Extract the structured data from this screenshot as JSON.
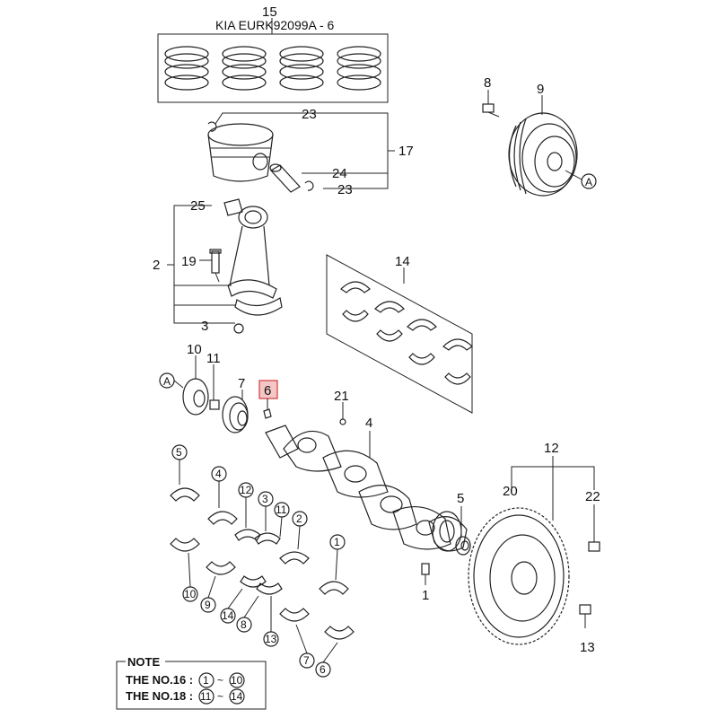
{
  "header": {
    "title": "KIA EURK92099A - 6"
  },
  "callouts": {
    "c15": "15",
    "c8": "8",
    "c9": "9",
    "c23a": "23",
    "c17": "17",
    "c24": "24",
    "c23b": "23",
    "cA1": "A",
    "c25": "25",
    "c2": "2",
    "c19": "19",
    "c3": "3",
    "c14": "14",
    "c10": "10",
    "c11": "11",
    "c7": "7",
    "c6": "6",
    "c21": "21",
    "c4": "4",
    "cA2": "A",
    "c12": "12",
    "c20": "20",
    "c22": "22",
    "c5": "5",
    "c1": "1",
    "c13": "13",
    "b5": "5",
    "b4": "4",
    "b12": "12",
    "b3": "3",
    "b11": "11",
    "b2": "2",
    "b1": "1",
    "b10": "10",
    "b9": "9",
    "b14": "14",
    "b8": "8",
    "b13": "13",
    "b7": "7",
    "b6": "6"
  },
  "note": {
    "heading": "NOTE",
    "line1_prefix": "THE NO.16 :",
    "line1_from": "1",
    "line1_sep": "~",
    "line1_to": "10",
    "line2_prefix": "THE NO.18 :",
    "line2_from": "11",
    "line2_sep": "~",
    "line2_to": "14"
  },
  "colors": {
    "highlight": "#f4c6c6",
    "highlight_border": "#d23a3a",
    "ink": "#222222"
  }
}
